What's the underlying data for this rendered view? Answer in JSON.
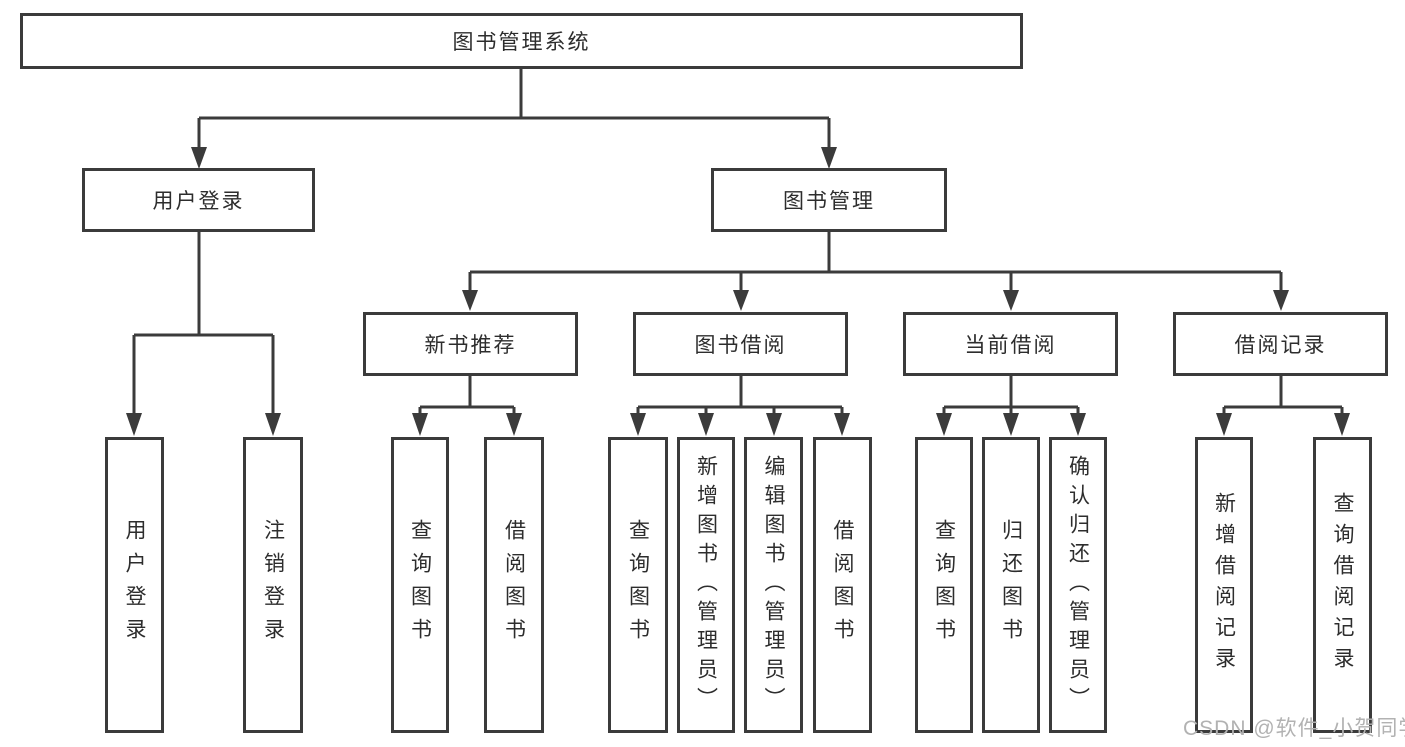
{
  "colors": {
    "line": "#3b3b3b",
    "text": "#2d2d2d",
    "watermark": "#b2b2b2",
    "background": "#ffffff"
  },
  "diagram": {
    "root": {
      "label": "图书管理系统"
    },
    "branches": [
      {
        "label": "用户登录",
        "leaves": [
          "用户登录",
          "注销登录"
        ]
      },
      {
        "label": "图书管理",
        "sections": [
          {
            "label": "新书推荐",
            "leaves": [
              "查询图书",
              "借阅图书"
            ]
          },
          {
            "label": "图书借阅",
            "leaves": [
              "查询图书",
              "新增图书（管理员）",
              "编辑图书（管理员）",
              "借阅图书"
            ]
          },
          {
            "label": "当前借阅",
            "leaves": [
              "查询图书",
              "归还图书",
              "确认归还（管理员）"
            ]
          },
          {
            "label": "借阅记录",
            "leaves": [
              "新增借阅记录",
              "查询借阅记录"
            ]
          }
        ]
      }
    ]
  },
  "watermark": {
    "text": "CSDN @软件_小贺同学"
  }
}
